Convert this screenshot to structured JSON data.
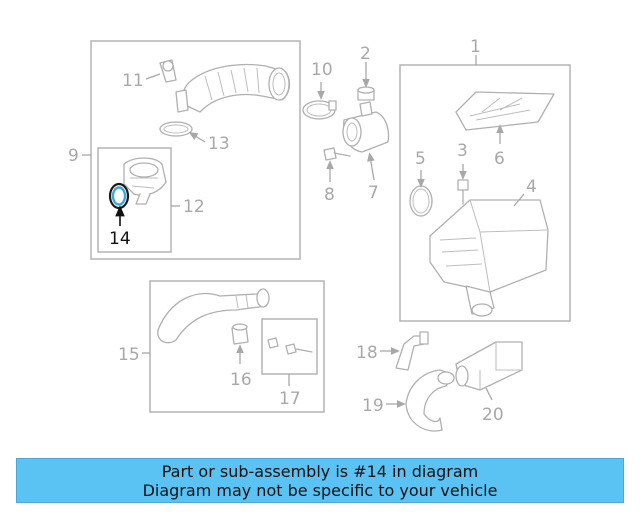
{
  "callouts": {
    "c1": "1",
    "c2": "2",
    "c3": "3",
    "c4": "4",
    "c5": "5",
    "c6": "6",
    "c7": "7",
    "c8": "8",
    "c9": "9",
    "c10": "10",
    "c11": "11",
    "c12": "12",
    "c13": "13",
    "c14": "14",
    "c15": "15",
    "c16": "16",
    "c17": "17",
    "c18": "18",
    "c19": "19",
    "c20": "20"
  },
  "highlighted_part": "14",
  "colors": {
    "banner": "#5bc3f4",
    "highlight_ring": "#3aa8d8",
    "line_art": "#b0b0b0"
  },
  "banner": {
    "line1": "Part or sub-assembly is #14 in diagram",
    "line2": "Diagram may not be specific to your vehicle"
  }
}
